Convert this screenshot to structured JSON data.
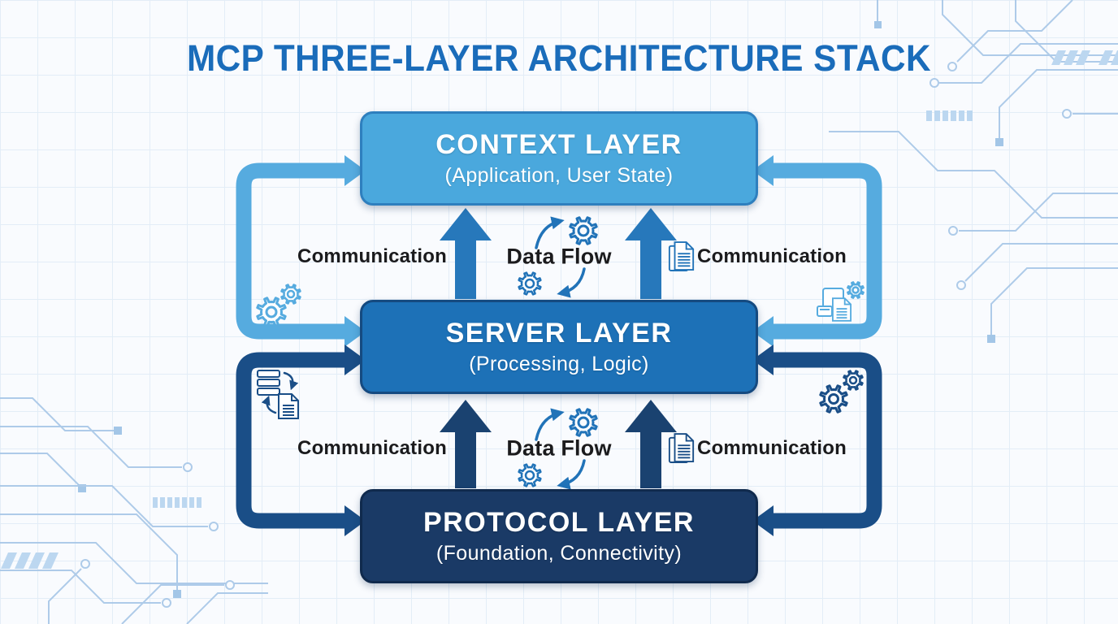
{
  "title": "MCP THREE-LAYER ARCHITECTURE STACK",
  "layers": [
    {
      "id": "context",
      "name": "CONTEXT LAYER",
      "subtitle": "(Application, User State)"
    },
    {
      "id": "server",
      "name": "SERVER LAYER",
      "subtitle": "(Processing, Logic)"
    },
    {
      "id": "protocol",
      "name": "PROTOCOL LAYER",
      "subtitle": "(Foundation, Connectivity)"
    }
  ],
  "flows": {
    "upper": {
      "left_label": "Communication",
      "center_label": "Data Flow",
      "right_label": "Communication"
    },
    "lower": {
      "left_label": "Communication",
      "center_label": "Data Flow",
      "right_label": "Communication"
    }
  },
  "icons": {
    "gear-icon": "outlined cog wheel",
    "cycle-arrows-icon": "curved arrows circling gears",
    "document-stack-icon": "two stacked pages with text lines",
    "server-document-exchange-icon": "server rack exchanging with a document",
    "devices-documents-gear-icon": "tablet, card, document and gear cluster",
    "circuit-trace-pattern": "decorative circuit-board traces"
  },
  "colors": {
    "background": "#f9fbfe",
    "grid_line": "#e3edf7",
    "title_text": "#1a6cba",
    "label_text": "#1b1b1d",
    "context_fill": "#4aa8dd",
    "context_border": "#2e7fbe",
    "server_fill": "#1d71b7",
    "server_border": "#154a80",
    "protocol_fill": "#1a3a66",
    "protocol_border": "#102a4d",
    "upper_arrow": "#2778bb",
    "lower_arrow": "#1a4270",
    "upper_loop": "#56abdf",
    "lower_loop": "#1a4e87",
    "center_icon_blue": "#2173b8",
    "circuit_trace": "#aac9e8"
  }
}
